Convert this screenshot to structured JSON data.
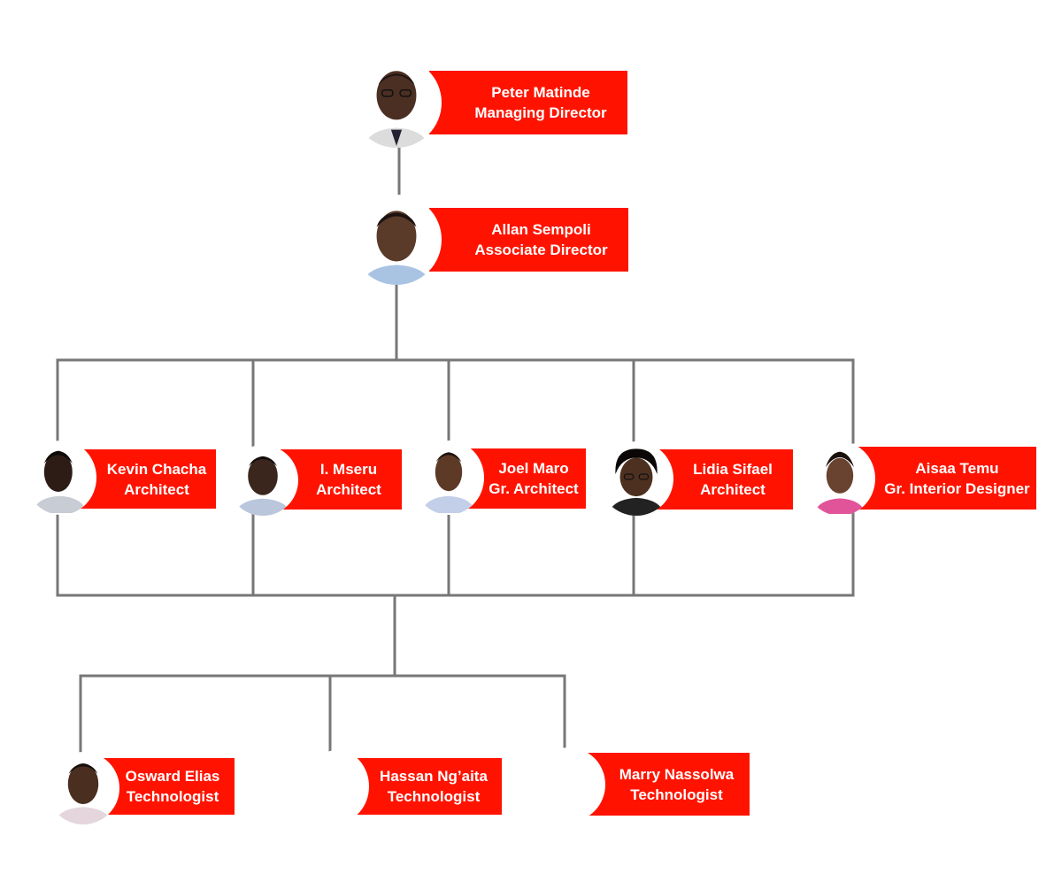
{
  "org_chart": {
    "levels": [
      {
        "level": "director",
        "members": [
          {
            "name": "Peter Matinde",
            "title": "Managing Director",
            "photo": "portrait-photo"
          }
        ]
      },
      {
        "level": "associate",
        "members": [
          {
            "name": "Allan Sempoli",
            "title": "Associate Director",
            "photo": "portrait-photo"
          }
        ]
      },
      {
        "level": "architects",
        "members": [
          {
            "name": "Kevin Chacha",
            "title": "Architect",
            "photo": "portrait-photo"
          },
          {
            "name": "I. Mseru",
            "title": "Architect",
            "photo": "portrait-photo"
          },
          {
            "name": "Joel Maro",
            "title": "Gr. Architect",
            "photo": "portrait-photo"
          },
          {
            "name": "Lidia Sifael",
            "title": "Architect",
            "photo": "portrait-photo"
          },
          {
            "name": "Aisaa Temu",
            "title": "Gr. Interior Designer",
            "photo": "portrait-photo"
          }
        ]
      },
      {
        "level": "technologists",
        "members": [
          {
            "name": "Osward Elias",
            "title": "Technologist",
            "photo": "portrait-photo"
          },
          {
            "name": "Hassan Ng’aita",
            "title": "Technologist",
            "photo": "none"
          },
          {
            "name": "Marry Nassolwa",
            "title": "Technologist",
            "photo": "none"
          }
        ]
      }
    ],
    "colors": {
      "label_background": "#ff1300",
      "label_text": "#ffffff",
      "connector": "#777777"
    }
  }
}
